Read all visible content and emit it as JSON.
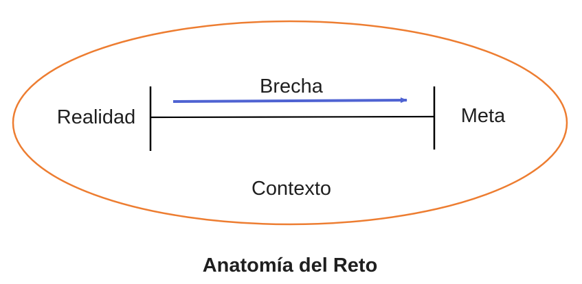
{
  "diagram": {
    "labels": {
      "reality": "Realidad",
      "gap": "Brecha",
      "goal": "Meta",
      "context": "Contexto"
    },
    "caption": "Anatomía del Reto",
    "colors": {
      "ellipse_stroke": "#ED7D31",
      "arrow": "#4F63D2",
      "line": "#000000",
      "text": "#1f1f1f"
    }
  }
}
